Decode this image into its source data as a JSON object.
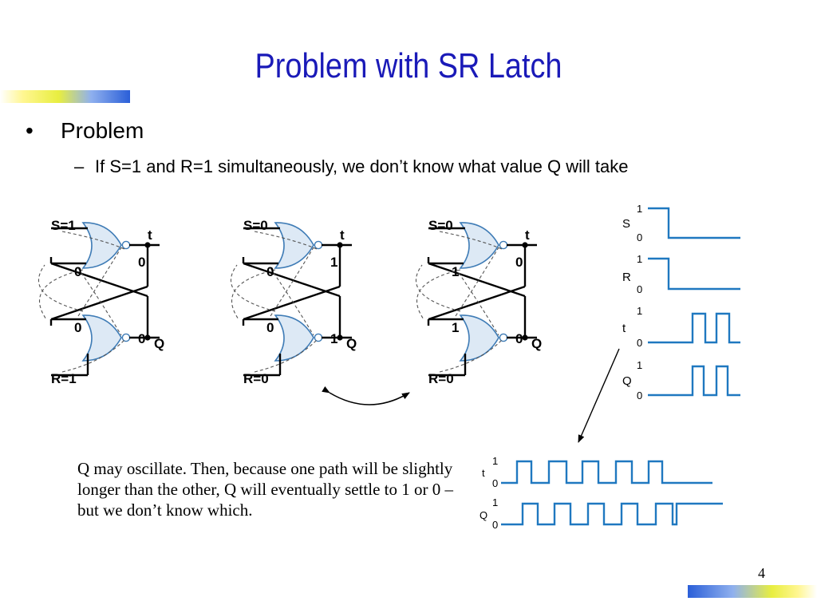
{
  "title": "Problem with SR Latch",
  "bullets": {
    "level1": "Problem",
    "level2": "If S=1 and R=1 simultaneously, we don’t know what value Q will take"
  },
  "latches": [
    {
      "s": "S=1",
      "r": "R=1",
      "t": "t",
      "q": "Q",
      "top_in": "0",
      "top_out": "0",
      "bot_in": "0",
      "bot_out": "0"
    },
    {
      "s": "S=0",
      "r": "R=0",
      "t": "t",
      "q": "Q",
      "top_in": "0",
      "top_out": "1",
      "bot_in": "0",
      "bot_out": "1"
    },
    {
      "s": "S=0",
      "r": "R=0",
      "t": "t",
      "q": "Q",
      "top_in": "1",
      "top_out": "0",
      "bot_in": "1",
      "bot_out": "0"
    }
  ],
  "timing": {
    "signals": [
      "S",
      "R",
      "t",
      "Q"
    ],
    "high": "1",
    "low": "0"
  },
  "zoom": {
    "signals": [
      "t",
      "Q"
    ],
    "high": "1",
    "low": "0"
  },
  "note": "Q may oscillate. Then, because one path will be slightly longer than the other, Q will eventually settle to 1 or 0 – but we don’t know which.",
  "page_number": "4",
  "colors": {
    "title": "#1a1ab8",
    "gate_stroke": "#3f7cb6",
    "waveform": "#1f78c0"
  }
}
